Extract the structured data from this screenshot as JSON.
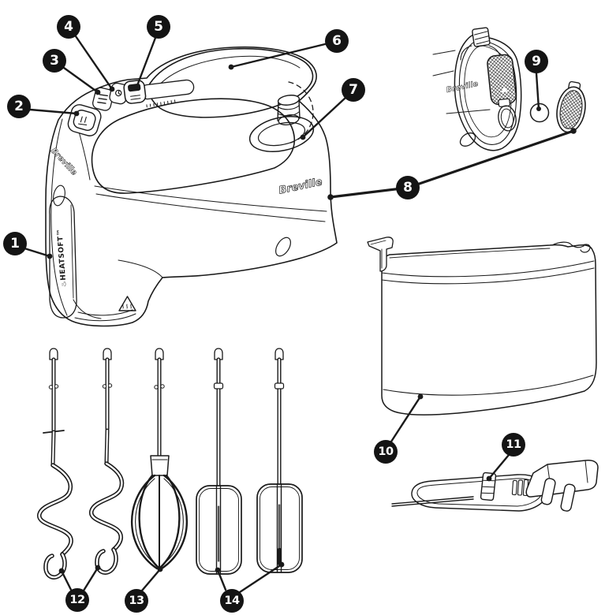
{
  "figure": {
    "background_color": "#ffffff",
    "ink_color": "#1a1a1a",
    "description_note": "",
    "callout_badge_color": "#141414",
    "callout_number_color": "#ffffff"
  },
  "brand": {
    "logo": "Breville"
  },
  "front_panel": {
    "heatsoft_label": "♨HEATSOFT™"
  },
  "icons": {
    "hot_surface_warning": "steam-in-triangle",
    "mesh_texture": "crosshatch"
  },
  "callouts": [
    {
      "number": "1"
    },
    {
      "number": "2"
    },
    {
      "number": "3"
    },
    {
      "number": "4"
    },
    {
      "number": "5"
    },
    {
      "number": "6"
    },
    {
      "number": "7"
    },
    {
      "number": "8"
    },
    {
      "number": "9"
    },
    {
      "number": "10"
    },
    {
      "number": "11"
    },
    {
      "number": "12"
    },
    {
      "number": "13"
    },
    {
      "number": "14"
    }
  ]
}
